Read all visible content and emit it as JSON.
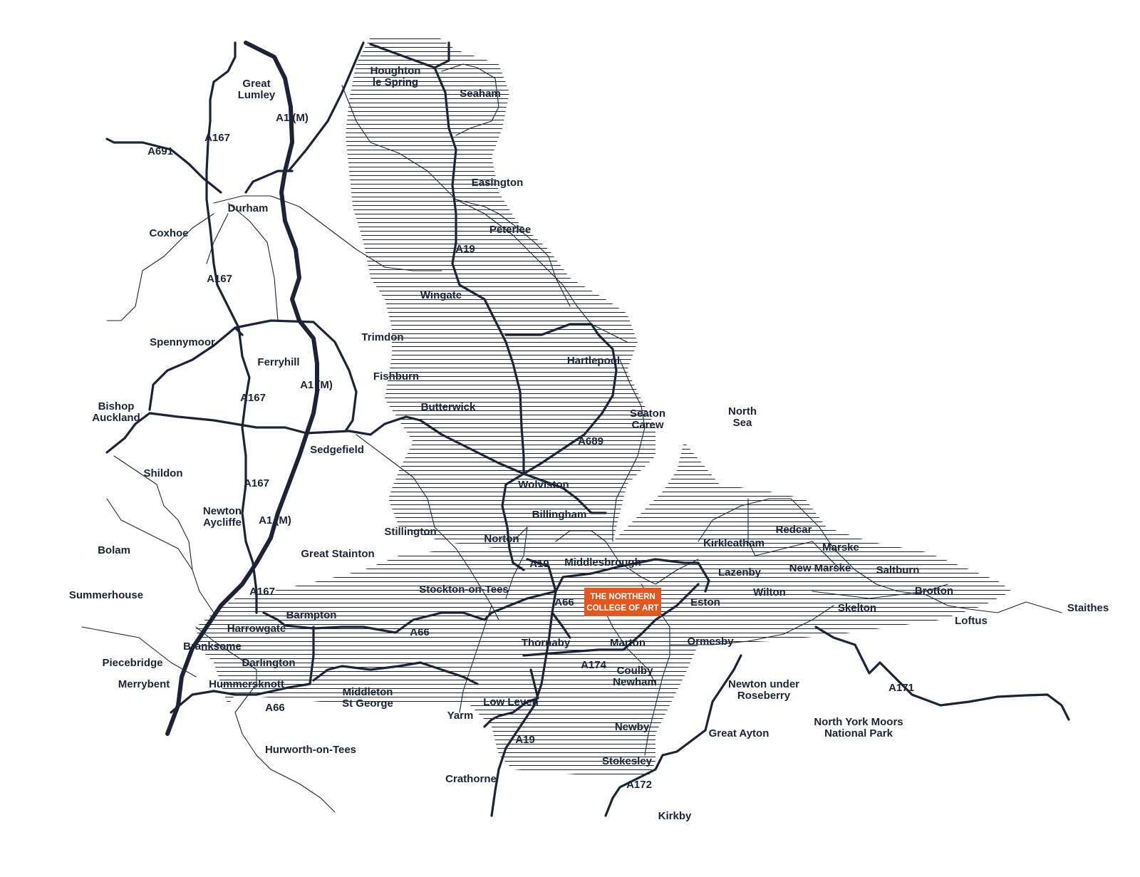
{
  "map": {
    "colors": {
      "ink": "#1b2436",
      "hatch": "#1b2436",
      "highlight": "#e0571f",
      "highlight_text": "#ffffff",
      "background": "#ffffff"
    },
    "highlight": {
      "line1": "THE NORTHERN",
      "line2": "COLLEGE OF ART"
    },
    "places": [
      {
        "id": "houghton",
        "lines": [
          "Houghton",
          "le Spring"
        ]
      },
      {
        "id": "seaham",
        "lines": [
          "Seaham"
        ]
      },
      {
        "id": "great-lumley",
        "lines": [
          "Great",
          "Lumley"
        ]
      },
      {
        "id": "a1m-north",
        "lines": [
          "A1 (M)"
        ]
      },
      {
        "id": "a167-north",
        "lines": [
          "A167"
        ]
      },
      {
        "id": "a691",
        "lines": [
          "A691"
        ]
      },
      {
        "id": "easington",
        "lines": [
          "Easington"
        ]
      },
      {
        "id": "durham",
        "lines": [
          "Durham"
        ]
      },
      {
        "id": "coxhoe",
        "lines": [
          "Coxhoe"
        ]
      },
      {
        "id": "peterlee",
        "lines": [
          "Peterlee"
        ]
      },
      {
        "id": "a19-north",
        "lines": [
          "A19"
        ]
      },
      {
        "id": "a167-mid",
        "lines": [
          "A167"
        ]
      },
      {
        "id": "wingate",
        "lines": [
          "Wingate"
        ]
      },
      {
        "id": "trimdon",
        "lines": [
          "Trimdon"
        ]
      },
      {
        "id": "spennymoor",
        "lines": [
          "Spennymoor"
        ]
      },
      {
        "id": "ferryhill",
        "lines": [
          "Ferryhill"
        ]
      },
      {
        "id": "hartlepool",
        "lines": [
          "Hartlepool"
        ]
      },
      {
        "id": "fishburn",
        "lines": [
          "Fishburn"
        ]
      },
      {
        "id": "a1m-mid",
        "lines": [
          "A1 (M)"
        ]
      },
      {
        "id": "a167-ferry",
        "lines": [
          "A167"
        ]
      },
      {
        "id": "bishop-auckland",
        "lines": [
          "Bishop",
          "Auckland"
        ]
      },
      {
        "id": "butterwick",
        "lines": [
          "Butterwick"
        ]
      },
      {
        "id": "seaton-carew",
        "lines": [
          "Seaton",
          "Carew"
        ]
      },
      {
        "id": "north-sea",
        "lines": [
          "North",
          "Sea"
        ]
      },
      {
        "id": "a689",
        "lines": [
          "A689"
        ]
      },
      {
        "id": "sedgefield",
        "lines": [
          "Sedgefield"
        ]
      },
      {
        "id": "shildon",
        "lines": [
          "Shildon"
        ]
      },
      {
        "id": "a167-south",
        "lines": [
          "A167"
        ]
      },
      {
        "id": "wolviston",
        "lines": [
          "Wolviston"
        ]
      },
      {
        "id": "newton-aycliffe",
        "lines": [
          "Newton",
          "Aycliffe"
        ]
      },
      {
        "id": "a1m-south",
        "lines": [
          "A1 (M)"
        ]
      },
      {
        "id": "billingham",
        "lines": [
          "Billingham"
        ]
      },
      {
        "id": "redcar",
        "lines": [
          "Redcar"
        ]
      },
      {
        "id": "stillington",
        "lines": [
          "Stillington"
        ]
      },
      {
        "id": "bolam",
        "lines": [
          "Bolam"
        ]
      },
      {
        "id": "norton",
        "lines": [
          "Norton"
        ]
      },
      {
        "id": "kirkleatham",
        "lines": [
          "Kirkleatham"
        ]
      },
      {
        "id": "marske",
        "lines": [
          "Marske"
        ]
      },
      {
        "id": "great-stainton",
        "lines": [
          "Great Stainton"
        ]
      },
      {
        "id": "a19-mid",
        "lines": [
          "A19"
        ]
      },
      {
        "id": "middlesbrough",
        "lines": [
          "Middlesbrough"
        ]
      },
      {
        "id": "new-marske",
        "lines": [
          "New Marske"
        ]
      },
      {
        "id": "saltburn",
        "lines": [
          "Saltburn"
        ]
      },
      {
        "id": "lazenby",
        "lines": [
          "Lazenby"
        ]
      },
      {
        "id": "stockton",
        "lines": [
          "Stockton-on-Tees"
        ]
      },
      {
        "id": "brotton",
        "lines": [
          "Brotton"
        ]
      },
      {
        "id": "summerhouse",
        "lines": [
          "Summerhouse"
        ]
      },
      {
        "id": "a167-darl",
        "lines": [
          "A167"
        ]
      },
      {
        "id": "wilton",
        "lines": [
          "Wilton"
        ]
      },
      {
        "id": "a66-east",
        "lines": [
          "A66"
        ]
      },
      {
        "id": "eston",
        "lines": [
          "Eston"
        ]
      },
      {
        "id": "staithes",
        "lines": [
          "Staithes"
        ]
      },
      {
        "id": "skelton",
        "lines": [
          "Skelton"
        ]
      },
      {
        "id": "barmpton",
        "lines": [
          "Barmpton"
        ]
      },
      {
        "id": "loftus",
        "lines": [
          "Loftus"
        ]
      },
      {
        "id": "harrowgate",
        "lines": [
          "Harrowgate"
        ]
      },
      {
        "id": "a66-mid",
        "lines": [
          "A66"
        ]
      },
      {
        "id": "thornaby",
        "lines": [
          "Thornaby"
        ]
      },
      {
        "id": "marton",
        "lines": [
          "Marton"
        ]
      },
      {
        "id": "ormesby",
        "lines": [
          "Ormesby"
        ]
      },
      {
        "id": "branksome",
        "lines": [
          "Branksome"
        ]
      },
      {
        "id": "piercebridge",
        "lines": [
          "Piecebridge"
        ]
      },
      {
        "id": "darlington",
        "lines": [
          "Darlington"
        ]
      },
      {
        "id": "a174",
        "lines": [
          "A174"
        ]
      },
      {
        "id": "coulby-newham",
        "lines": [
          "Coulby",
          "Newham"
        ]
      },
      {
        "id": "merrybent",
        "lines": [
          "Merrybent"
        ]
      },
      {
        "id": "hummersknott",
        "lines": [
          "Hummersknott"
        ]
      },
      {
        "id": "a171",
        "lines": [
          "A171"
        ]
      },
      {
        "id": "newton-roseberry",
        "lines": [
          "Newton under",
          "Roseberry"
        ]
      },
      {
        "id": "middleton",
        "lines": [
          "Middleton",
          "St George"
        ]
      },
      {
        "id": "a66-west",
        "lines": [
          "A66"
        ]
      },
      {
        "id": "low-leven",
        "lines": [
          "Low Leven"
        ]
      },
      {
        "id": "yarm",
        "lines": [
          "Yarm"
        ]
      },
      {
        "id": "newby",
        "lines": [
          "Newby"
        ]
      },
      {
        "id": "north-york-moors",
        "lines": [
          "North York Moors",
          "National Park"
        ]
      },
      {
        "id": "great-ayton",
        "lines": [
          "Great Ayton"
        ]
      },
      {
        "id": "a19-south",
        "lines": [
          "A19"
        ]
      },
      {
        "id": "hurworth",
        "lines": [
          "Hurworth-on-Tees"
        ]
      },
      {
        "id": "stokesley",
        "lines": [
          "Stokesley"
        ]
      },
      {
        "id": "crathorne",
        "lines": [
          "Crathorne"
        ]
      },
      {
        "id": "a172",
        "lines": [
          "A172"
        ]
      },
      {
        "id": "kirkby",
        "lines": [
          "Kirkby"
        ]
      }
    ]
  }
}
